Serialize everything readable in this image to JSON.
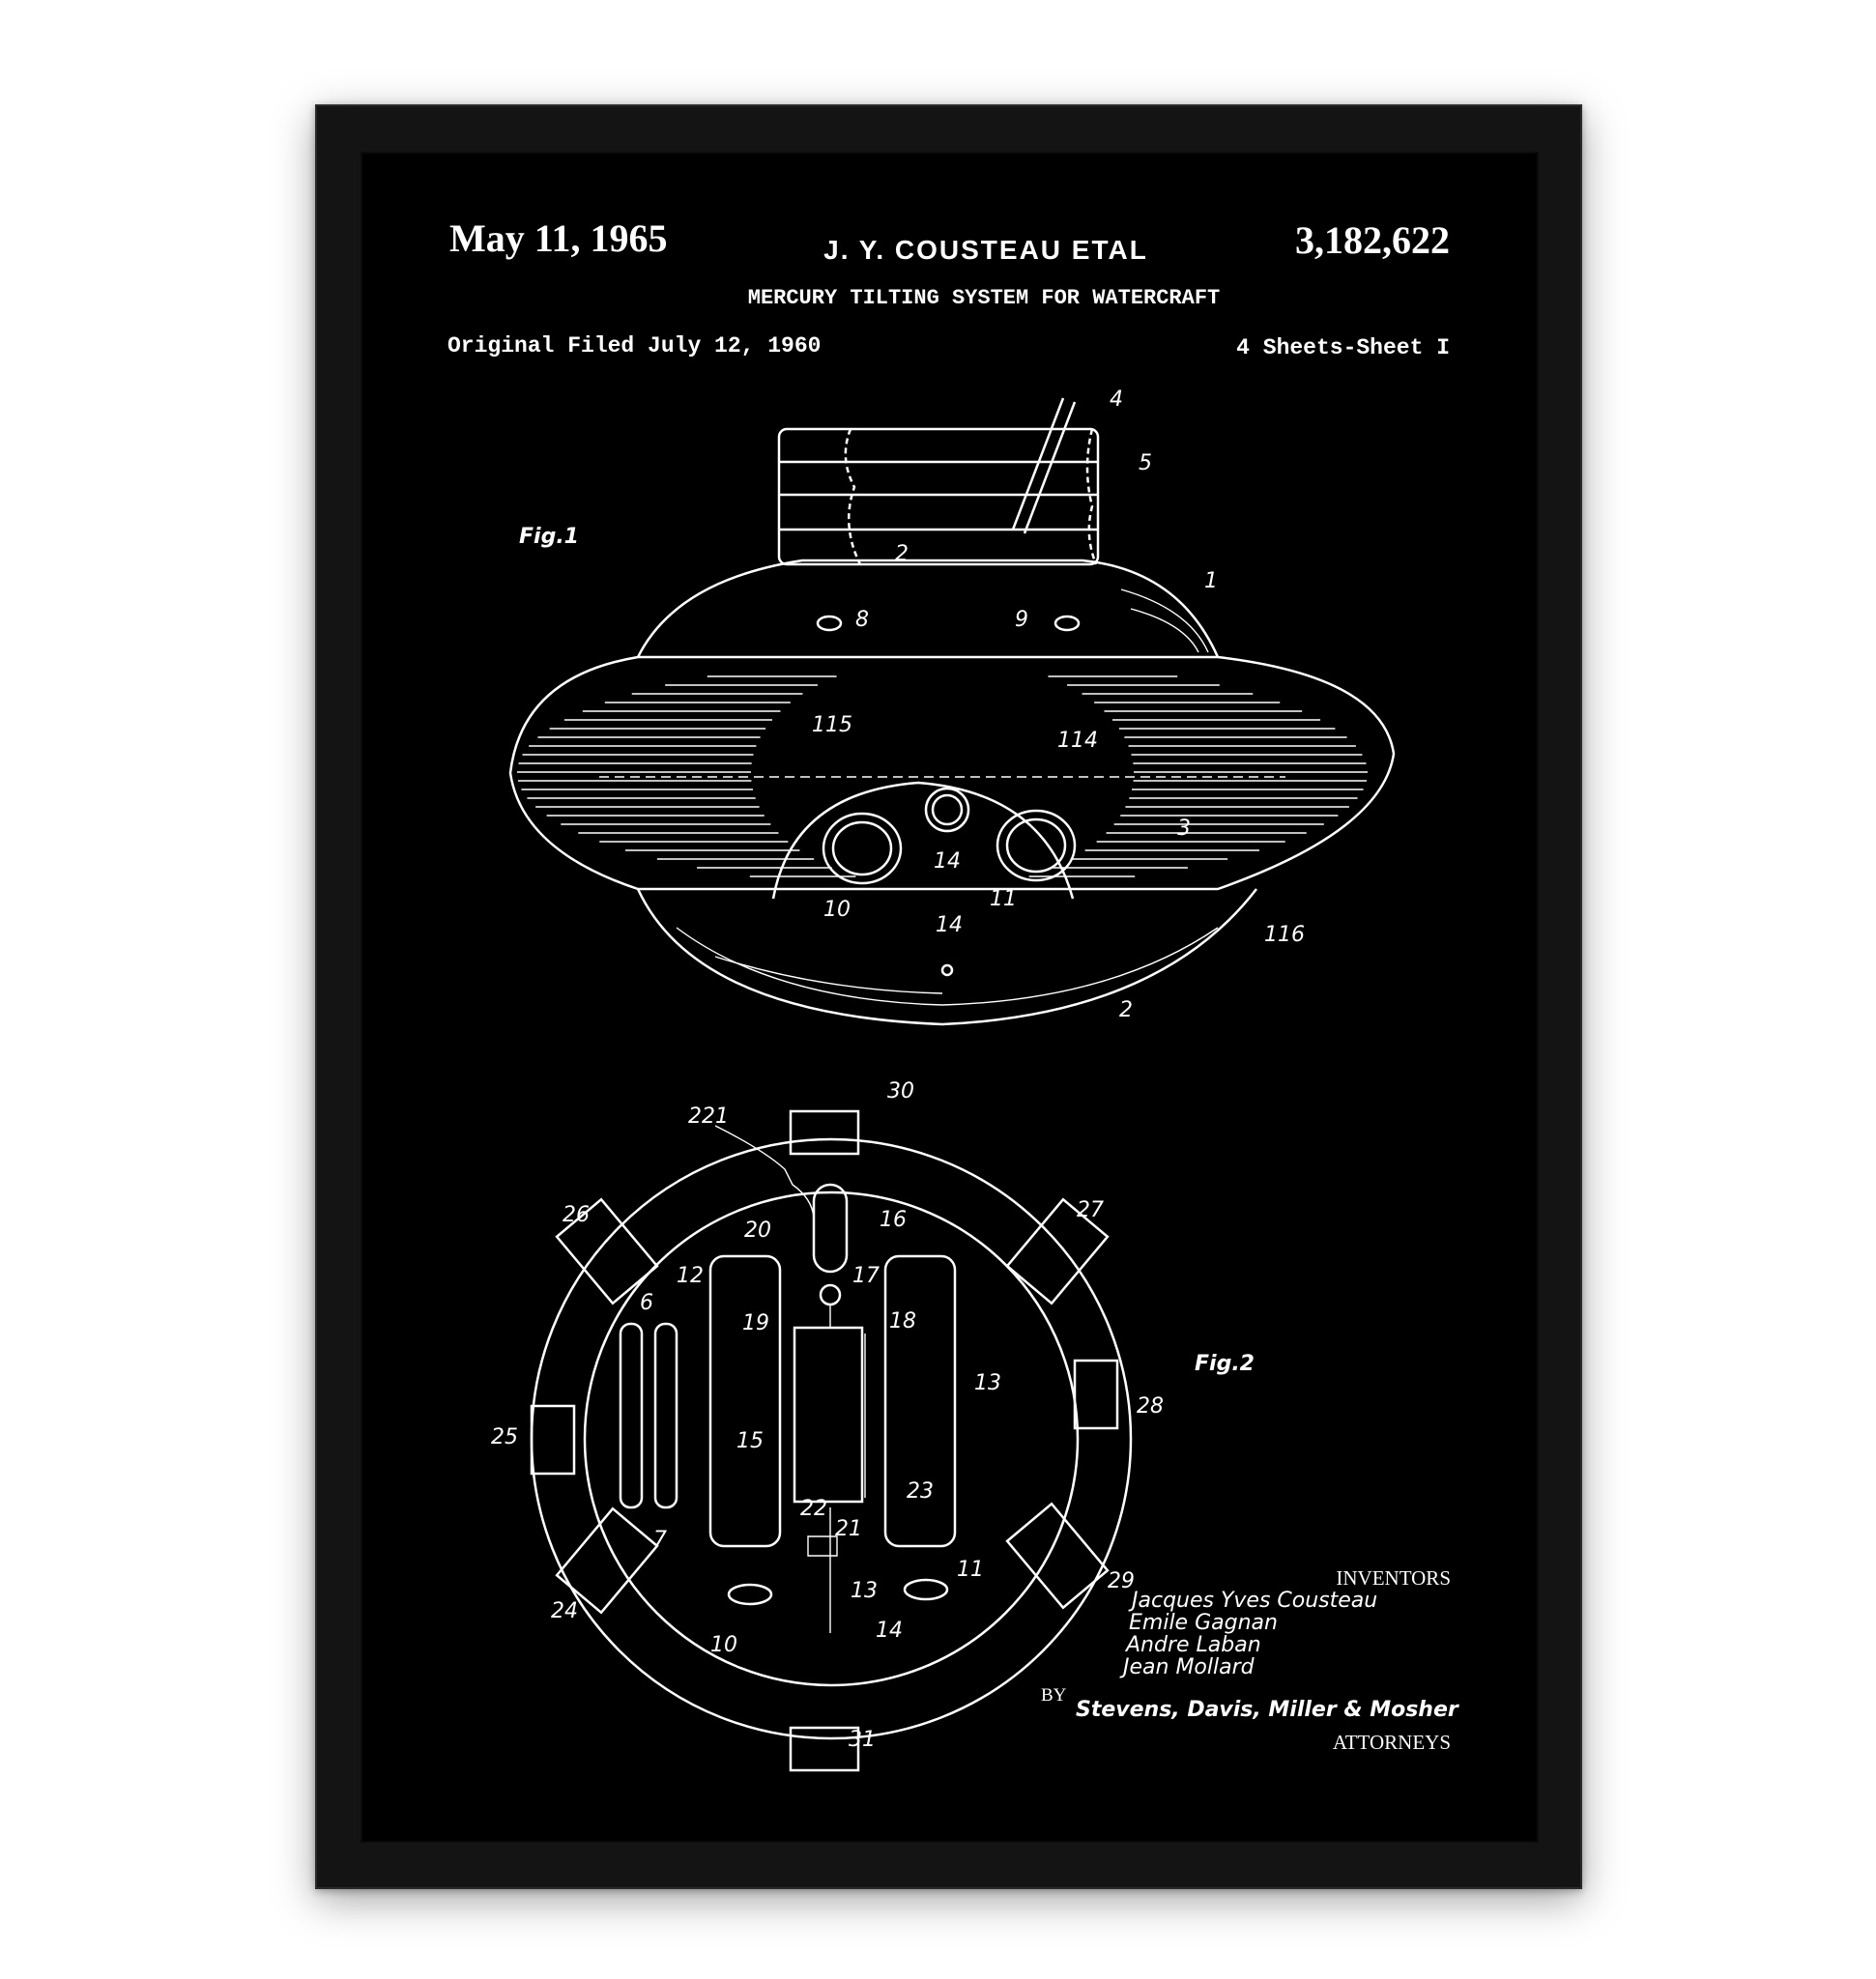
{
  "header": {
    "date": "May 11, 1965",
    "inventor_short": "J. Y. COUSTEAU ETAL",
    "patent_number": "3,182,622",
    "title": "MERCURY TILTING SYSTEM FOR WATERCRAFT",
    "filed": "Original Filed July 12, 1960",
    "sheets": "4 Sheets-Sheet I"
  },
  "fig1": {
    "label": "Fig.1",
    "refs": [
      "4",
      "5",
      "1",
      "2",
      "8",
      "9",
      "115",
      "114",
      "3",
      "14",
      "10",
      "11",
      "14",
      "116",
      "2"
    ]
  },
  "fig2": {
    "label": "Fig.2",
    "refs": [
      "30",
      "221",
      "16",
      "27",
      "26",
      "20",
      "12",
      "17",
      "6",
      "18",
      "19",
      "13",
      "28",
      "25",
      "15",
      "23",
      "22",
      "21",
      "7",
      "11",
      "13",
      "29",
      "24",
      "10",
      "14",
      "31"
    ]
  },
  "signature_block": {
    "inventors_heading": "INVENTORS",
    "inventors": [
      "Jacques Yves  Cousteau",
      "Emile  Gagnan",
      "Andre  Laban",
      "Jean  Mollard"
    ],
    "by": "BY",
    "attorney_signature": "Stevens, Davis, Miller & Mosher",
    "attorneys_heading": "ATTORNEYS"
  },
  "colors": {
    "ink": "#ffffff",
    "mat": "#000000",
    "frame": "#141414",
    "wall": "#ffffff"
  }
}
